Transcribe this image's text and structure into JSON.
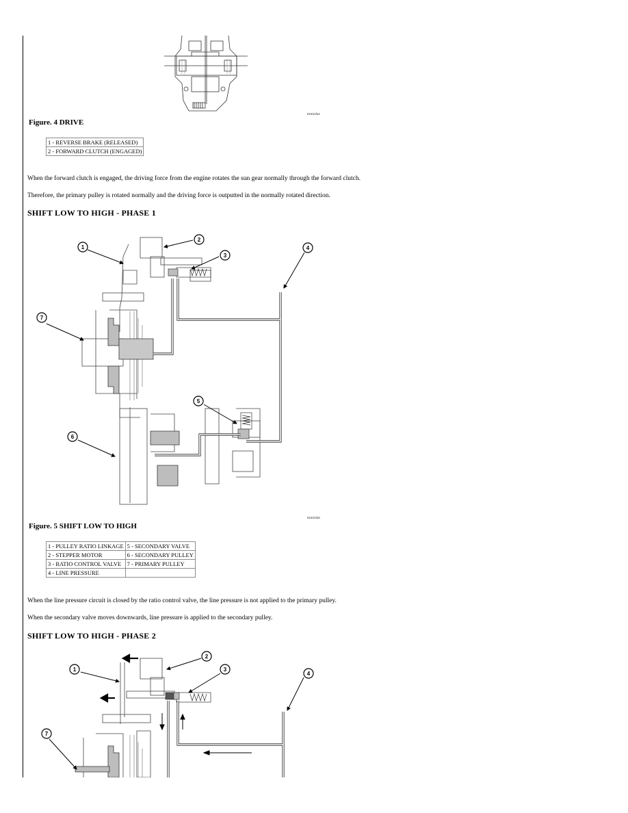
{
  "fig4": {
    "caption": "Figure. 4 DRIVE",
    "code": "81831fa4",
    "legend": [
      "1 - REVERSE BRAKE (RELEASED)",
      "2 - FORWARD CLUTCH (ENGAGED)"
    ]
  },
  "para1": "When the forward clutch is engaged, the driving force from the engine rotates the sun gear normally through the forward clutch.",
  "para2": "Therefore, the primary pulley is rotated normally and the driving force is outputted in the normally rotated direction.",
  "heading1": "SHIFT LOW TO HIGH - PHASE 1",
  "fig5": {
    "caption": "Figure. 5 SHIFT LOW TO HIGH",
    "code": "81831fa9",
    "callouts": [
      "1",
      "2",
      "3",
      "4",
      "5",
      "6",
      "7"
    ],
    "legend": [
      [
        "1 - PULLEY RATIO LINKAGE",
        "5 - SECONDARY VALVE"
      ],
      [
        "2 - STEPPER MOTOR",
        "6 - SECONDARY PULLEY"
      ],
      [
        "3 - RATIO CONTROL VALVE",
        "7 - PRIMARY PULLEY"
      ],
      [
        "4 - LINE PRESSURE",
        ""
      ]
    ]
  },
  "para3": "When the line pressure circuit is closed by the ratio control valve, the line pressure is not applied to the primary pulley.",
  "para4": "When the secondary valve moves downwards, line pressure is applied to the secondary pulley.",
  "heading2": "SHIFT LOW TO HIGH - PHASE 2",
  "fig6": {
    "callouts": [
      "1",
      "2",
      "3",
      "4",
      "7"
    ]
  }
}
